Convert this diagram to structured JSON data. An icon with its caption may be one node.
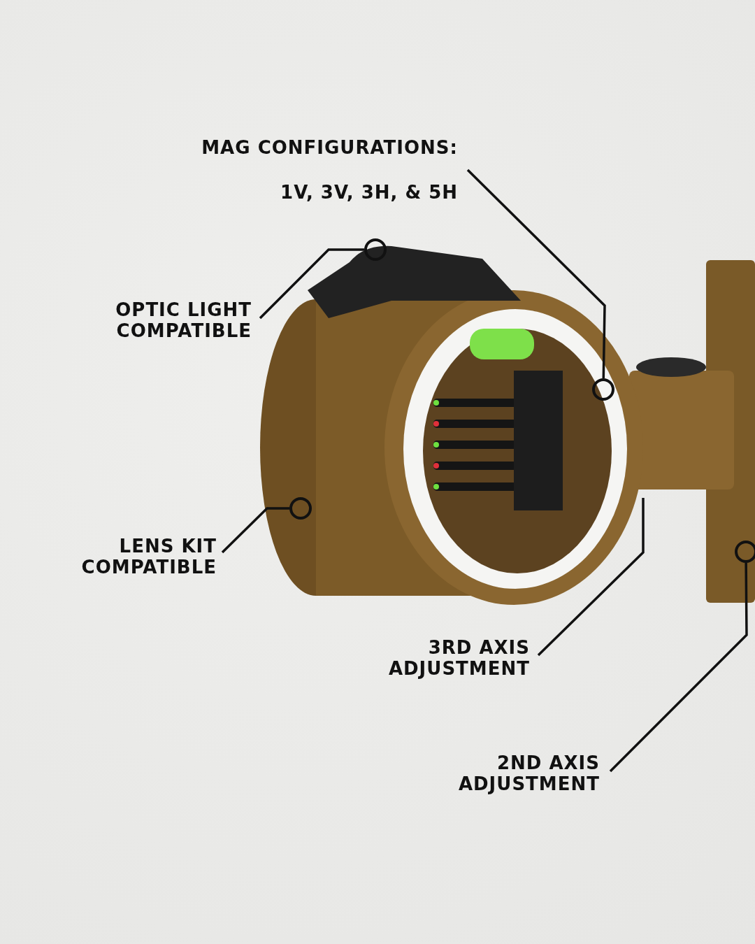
{
  "diagram": {
    "nodes": [
      {
        "text": [
          "MAG CONFIGURATIONS:",
          "1V, 3V, 3H, & 5H"
        ]
      },
      {
        "text": [],
        "shape": "circle"
      },
      {
        "text": [
          "OPTIC LIGHT COMPATIBLE"
        ]
      },
      {
        "text": [],
        "shape": "circle"
      },
      {
        "text": [
          "LENS KIT COMPATIBLE"
        ]
      },
      {
        "text": [],
        "shape": "circle"
      },
      {
        "text": [
          "3RD AXIS ADJUSTMENT"
        ]
      },
      {
        "text": [
          "2ND AXIS ADJUSTMENT"
        ]
      },
      {
        "text": [],
        "shape": "circle"
      }
    ],
    "edges": [
      {
        "from": 0,
        "to": 1,
        "arrow": "none"
      },
      {
        "from": 2,
        "to": 3,
        "arrow": "none"
      },
      {
        "from": 4,
        "to": 5,
        "arrow": "none"
      },
      {
        "from": 6,
        "to": null,
        "arrow": "none"
      },
      {
        "from": 7,
        "to": 8,
        "arrow": "none"
      }
    ]
  }
}
